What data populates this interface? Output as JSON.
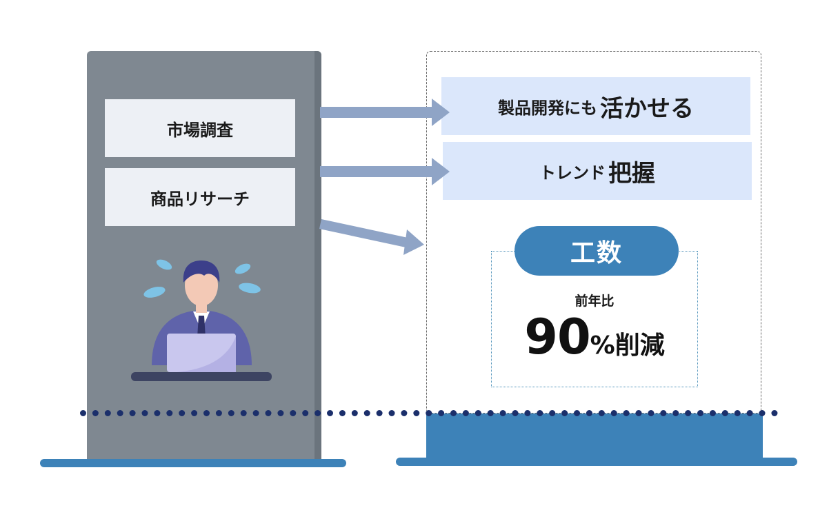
{
  "left": {
    "items": [
      {
        "label": "市場調査"
      },
      {
        "label": "商品リサーチ"
      }
    ],
    "illustration": "stressed-worker-at-laptop"
  },
  "right": {
    "items": [
      {
        "prefix": "製品開発にも",
        "emphasis": "活かせる"
      },
      {
        "prefix": "トレンド",
        "emphasis": "把握"
      }
    ],
    "metric": {
      "title": "工数",
      "subtitle": "前年比",
      "value": "90",
      "unit": "%削減"
    }
  },
  "colors": {
    "pillar": "#7f8891",
    "label_bg": "#edf0f5",
    "right_box_bg": "#dbe7fb",
    "accent_blue": "#3d82b8",
    "arrow": "#8fa4c6",
    "dotted_line": "#1b2f6b"
  }
}
